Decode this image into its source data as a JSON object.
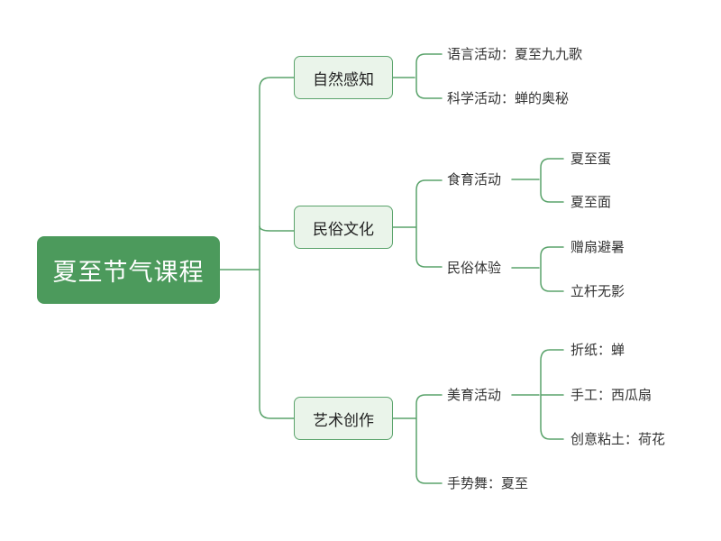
{
  "root": {
    "label": "夏至节气课程"
  },
  "branches": [
    {
      "label": "自然感知",
      "items": [
        {
          "label": "语言活动：夏至九九歌",
          "children": []
        },
        {
          "label": "科学活动：蝉的奥秘",
          "children": []
        }
      ]
    },
    {
      "label": "民俗文化",
      "items": [
        {
          "label": "食育活动",
          "children": [
            "夏至蛋",
            "夏至面"
          ]
        },
        {
          "label": "民俗体验",
          "children": [
            "赠扇避暑",
            "立杆无影"
          ]
        }
      ]
    },
    {
      "label": "艺术创作",
      "items": [
        {
          "label": "美育活动",
          "children": [
            "折纸：蝉",
            "手工：西瓜扇",
            "创意粘土：荷花"
          ]
        },
        {
          "label": "手势舞：夏至",
          "children": []
        }
      ]
    }
  ],
  "colors": {
    "root_fill": "#4c9a5c",
    "branch_fill": "#eaf4ea",
    "line": "#5aa36b"
  }
}
